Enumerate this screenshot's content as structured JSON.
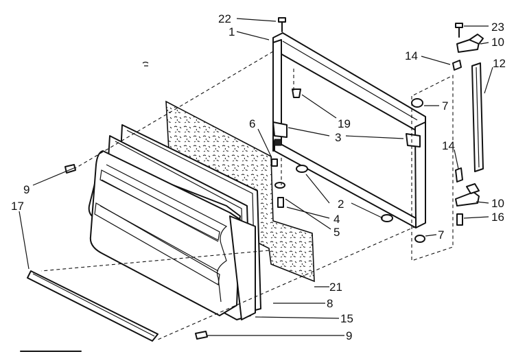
{
  "callouts": {
    "c1": "1",
    "c2": "2",
    "c3": "3",
    "c4": "4",
    "c5": "5",
    "c6": "6",
    "c7a": "7",
    "c7b": "7",
    "c8": "8",
    "c9a": "9",
    "c9b": "9",
    "c10a": "10",
    "c10b": "10",
    "c12": "12",
    "c14a": "14",
    "c14b": "14",
    "c15": "15",
    "c16": "16",
    "c17": "17",
    "c19": "19",
    "c21": "21",
    "c22": "22",
    "c23": "23"
  }
}
